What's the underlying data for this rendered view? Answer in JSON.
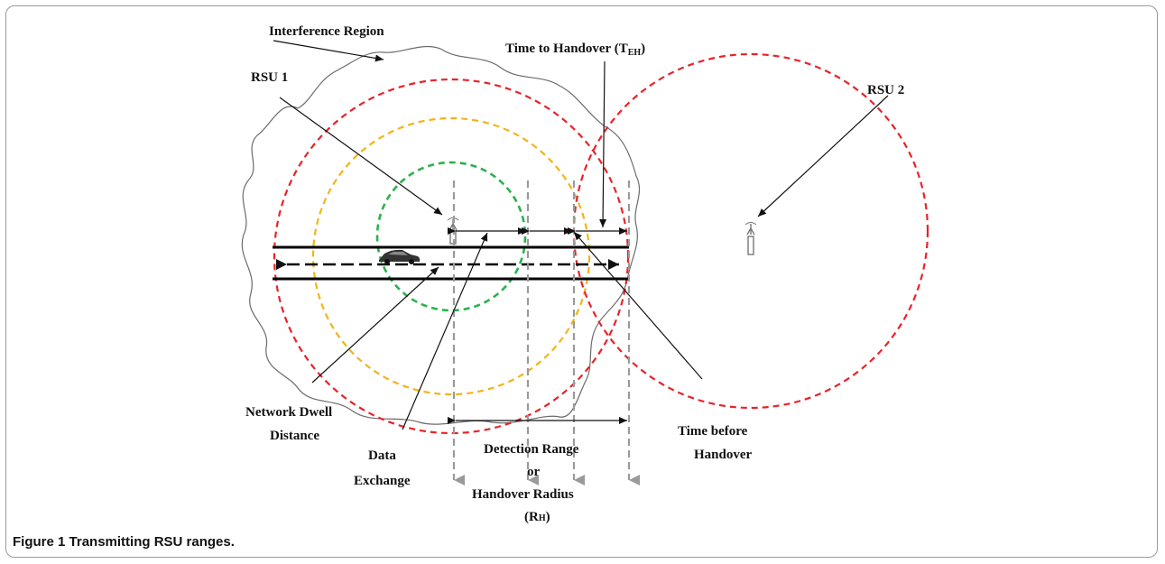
{
  "labels": {
    "interference_region": "Interference Region",
    "rsu1": "RSU 1",
    "rsu2": "RSU 2",
    "time_to_handover_prefix": "Time to Handover (T",
    "time_to_handover_sub": "EH",
    "time_to_handover_suffix": ")",
    "network_dwell_1": "Network Dwell",
    "network_dwell_2": "Distance",
    "data_exchange_1": "Data",
    "data_exchange_2": "Exchange",
    "detection_1": "Detection Range",
    "detection_2": "or",
    "detection_3": "Handover Radius",
    "detection_4_prefix": "(R",
    "detection_4_sub": "H",
    "detection_4_suffix": ")",
    "time_before_1": "Time before",
    "time_before_2": "Handover"
  },
  "colors": {
    "rsu_range": "#e8232a",
    "mid_range": "#f2b41a",
    "inner_range": "#2ab24d",
    "road": "#000000",
    "guide": "#9a9a9a"
  },
  "caption": {
    "figure": "Figure 1",
    "text": "Transmitting RSU ranges."
  }
}
